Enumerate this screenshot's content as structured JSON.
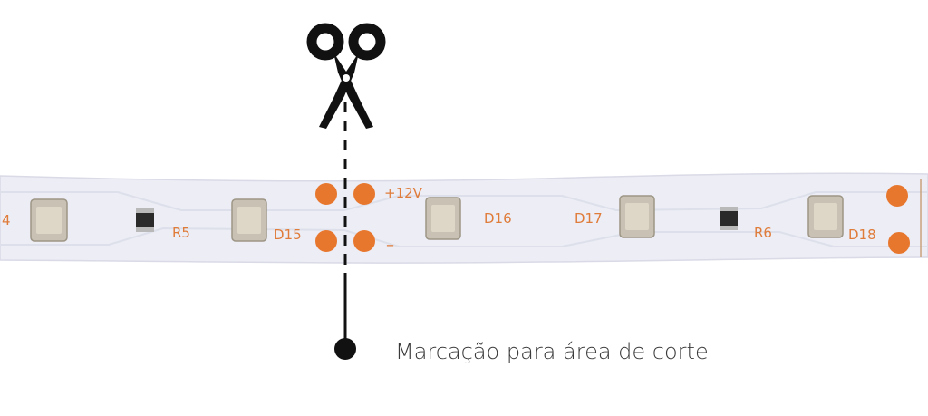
{
  "strip": {
    "labels": {
      "left_partial": "4",
      "r5": "R5",
      "d15": "D15",
      "plus12v": "+12V",
      "minus": "–",
      "d16": "D16",
      "d17": "D17",
      "r6": "R6",
      "d18": "D18"
    },
    "colors": {
      "strip": "#ecedf5",
      "pad": "#e8772e",
      "label": "#e07c3a",
      "led_body": "#d9d2c4",
      "line": "#111111"
    }
  },
  "icons": {
    "scissors": "scissors-icon"
  },
  "caption": {
    "text": "Marcação para área de corte"
  }
}
